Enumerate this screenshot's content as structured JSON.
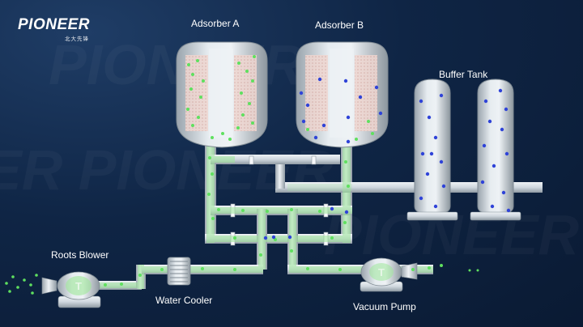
{
  "brand": {
    "logo_text": "PIONEER",
    "logo_subtext": "北大先锋"
  },
  "labels": {
    "adsorber_a": "Adsorber A",
    "adsorber_b": "Adsorber B",
    "buffer_tank": "Buffer Tank",
    "roots_blower": "Roots Blower",
    "water_cooler": "Water Cooler",
    "vacuum_pump": "Vacuum Pump"
  },
  "colors": {
    "background": "#0f2545",
    "pipe": "#c9d2da",
    "vessel": "#d3dbe2",
    "green_flow": "#8fe08f",
    "green_particle": "#5be05b",
    "blue_particle": "#2b3fd6",
    "adsorbent_bed": "#e8c9c3"
  }
}
